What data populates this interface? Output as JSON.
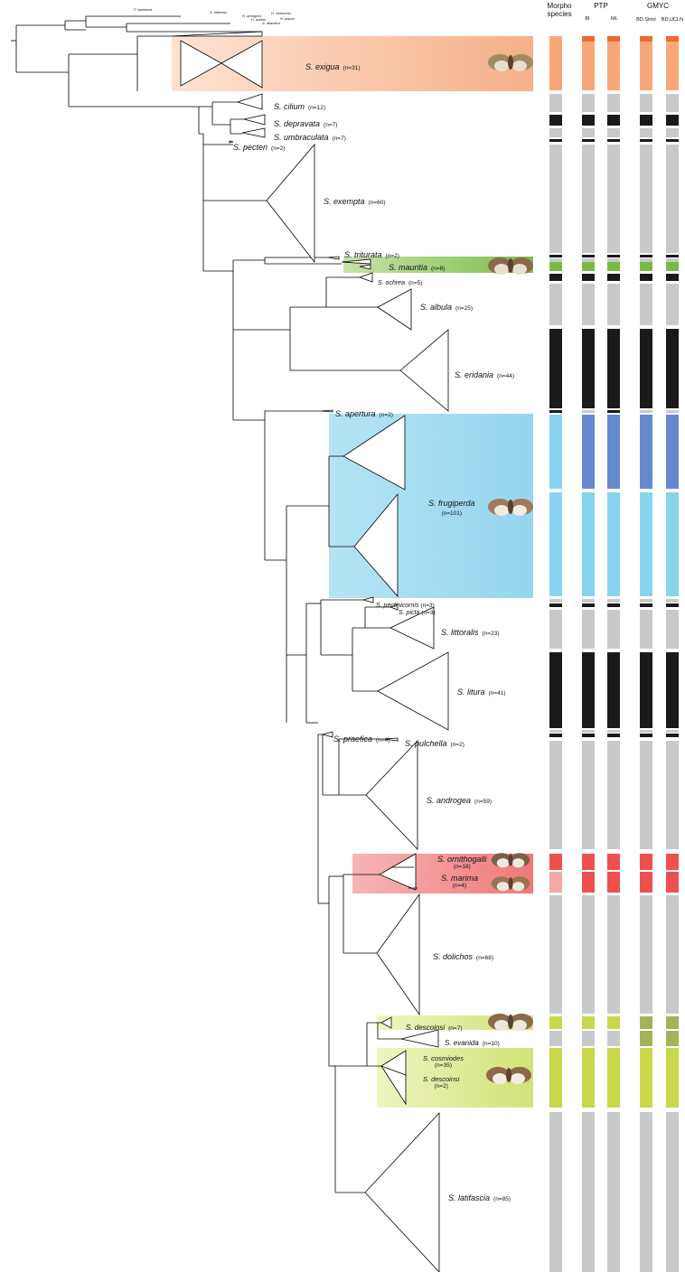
{
  "header": {
    "morpho_line1": "Morpho",
    "morpho_line2": "species",
    "ptp": "PTP",
    "ptp_bi": "BI",
    "ptp_ml": "ML",
    "gmyc": "GMYC",
    "gmyc_strict": "BD.Strict",
    "gmyc_uclm": "BD.UCLN"
  },
  "outgroups": [
    {
      "name": "P. epimenis"
    },
    {
      "name": "S. inferens"
    },
    {
      "name": "H. armigera"
    },
    {
      "name": "H. virescens"
    },
    {
      "name": "H. ipsilon"
    },
    {
      "name": "H. pisum"
    },
    {
      "name": "S. atlantica"
    }
  ],
  "taxa": [
    {
      "key": "exigua",
      "name": "S. exigua",
      "n": "(n=31)"
    },
    {
      "key": "cilium",
      "name": "S. cilium",
      "n": "(n=12)"
    },
    {
      "key": "depravata",
      "name": "S. depravata",
      "n": "(n=7)"
    },
    {
      "key": "umbraculata",
      "name": "S. umbraculata",
      "n": "(n=7)"
    },
    {
      "key": "pecten",
      "name": "S. pecten",
      "n": "(n=2)"
    },
    {
      "key": "exempta",
      "name": "S. exempta",
      "n": "(n=60)"
    },
    {
      "key": "triturata",
      "name": "S. triturata",
      "n": "(n=2)"
    },
    {
      "key": "mauritia",
      "name": "S. mauritia",
      "n": "(n=8)"
    },
    {
      "key": "ochrea",
      "name": "S. ochrea",
      "n": "(n=5)"
    },
    {
      "key": "albula",
      "name": "S. albula",
      "n": "(n=25)"
    },
    {
      "key": "eridania",
      "name": "S. eridania",
      "n": "(n=44)"
    },
    {
      "key": "apertura",
      "name": "S. apertura",
      "n": "(n=2)"
    },
    {
      "key": "frugiperda",
      "name": "S. frugiperda",
      "n": "(n=101)"
    },
    {
      "key": "pectinicornis",
      "name": "S. pectinicornis",
      "n": "(n=3)"
    },
    {
      "key": "picta",
      "name": "S. picta",
      "n": "(n=3)"
    },
    {
      "key": "littoralis",
      "name": "S. littoralis",
      "n": "(n=23)"
    },
    {
      "key": "litura",
      "name": "S. litura",
      "n": "(n=41)"
    },
    {
      "key": "praefica",
      "name": "S. praefica",
      "n": "(n=4)"
    },
    {
      "key": "pulchella",
      "name": "S. pulchella",
      "n": "(n=2)"
    },
    {
      "key": "androgea",
      "name": "S. androgea",
      "n": "(n=59)"
    },
    {
      "key": "ornithogalli",
      "name": "S. ornithogalli",
      "n": "(n=18)"
    },
    {
      "key": "marima",
      "name": "S. marima",
      "n": "(n=4)"
    },
    {
      "key": "dolichos",
      "name": "S. dolichos",
      "n": "(n=68)"
    },
    {
      "key": "descoinsi1",
      "name": "S. descoinsi",
      "n": "(n=7)"
    },
    {
      "key": "evanida",
      "name": "S. evanida",
      "n": "(n=10)"
    },
    {
      "key": "cosmiodes",
      "name": "S. cosmiodes",
      "n": "(n=35)"
    },
    {
      "key": "descoinsi2",
      "name": "S. descoinsi",
      "n": "(n=2)"
    },
    {
      "key": "latifascia",
      "name": "S. latifascia",
      "n": "(n=85)"
    }
  ],
  "colors": {
    "gray": "#c8c9cb",
    "black": "#1a1a1a",
    "orange_light": "#f7a77a",
    "orange_dark": "#ee6a2a",
    "green": "#77bb44",
    "light_blue": "#88d3ee",
    "dark_blue": "#6688cc",
    "red": "#ee5050",
    "pink": "#f4a8a8",
    "yellow_green": "#c8d84a",
    "olive": "#a3b35a",
    "highlight_orange": "#f6b08a",
    "highlight_green": "#8ec86a",
    "highlight_blue": "#9adaf0",
    "highlight_red": "#f27b7b",
    "highlight_yellow": "#d4e47a"
  },
  "moth_icons": [
    "moth-exigua",
    "moth-mauritia",
    "moth-frugiperda",
    "moth-ornithogalli",
    "moth-marima",
    "moth-descoinsi",
    "moth-cosmiodes"
  ]
}
